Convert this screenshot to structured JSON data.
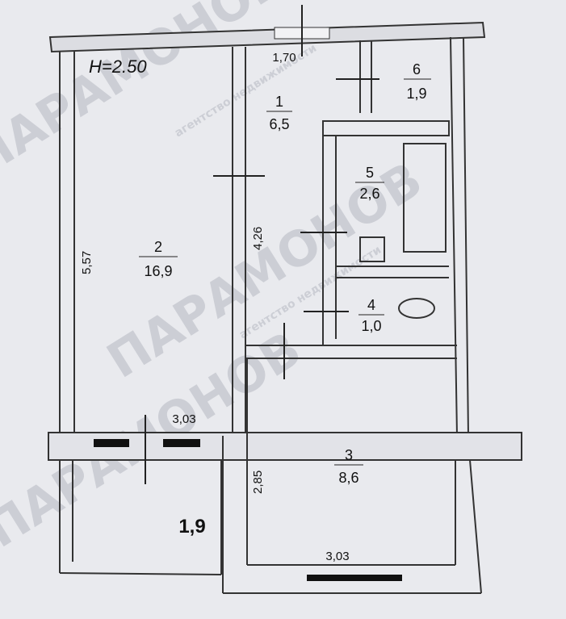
{
  "plan": {
    "ceiling_height": "H=2.50",
    "watermark": {
      "agency": "агентство недвижимости",
      "brand": "ПАРАМОНОВ"
    },
    "rooms": [
      {
        "id": "room-1",
        "number": "1",
        "area": "6,5"
      },
      {
        "id": "room-2",
        "number": "2",
        "area": "16,9"
      },
      {
        "id": "room-3",
        "number": "3",
        "area": "8,6"
      },
      {
        "id": "room-4",
        "number": "4",
        "area": "1,0"
      },
      {
        "id": "room-5",
        "number": "5",
        "area": "2,6"
      },
      {
        "id": "room-6",
        "number": "6",
        "area": "1,9"
      }
    ],
    "balcony_area": "1,9",
    "dimensions": {
      "top_width": "1,70",
      "left_height": "5,57",
      "mid_height": "4,26",
      "room2_width": "3,03",
      "room3_height": "2,85",
      "room3_width": "3,03"
    }
  }
}
